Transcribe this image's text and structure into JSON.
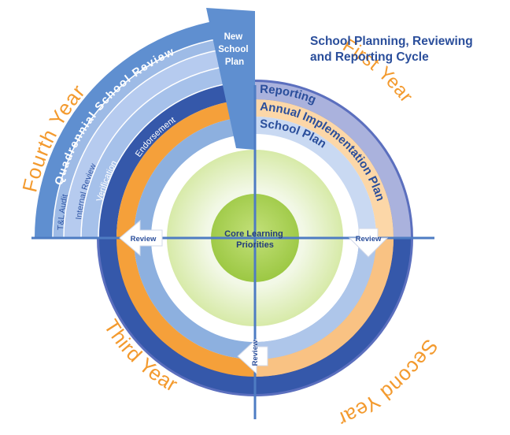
{
  "title": {
    "line1": "School Planning, Reviewing",
    "line2": "and Reporting Cycle"
  },
  "center": {
    "line1": "Core Learning",
    "line2": "Priorities"
  },
  "new_plan": {
    "line1": "New",
    "line2": "School",
    "line3": "Plan"
  },
  "years": {
    "first": "First Year",
    "second": "Second Year",
    "third": "Third Year",
    "fourth": "Fourth Year"
  },
  "first_year_bands": {
    "reporting": "Reporting",
    "annual_plan": "Annual Implementation Plan",
    "school_plan": "School Plan"
  },
  "fourth_year_bands": {
    "quadrennial": "Quadrennial School Review",
    "internal_review": "Internal Review",
    "tl_audit": "T&L Audit",
    "verification": "Verification",
    "endorsement": "Endorsement"
  },
  "review_markers": {
    "left": "Review",
    "right": "Review",
    "bottom": "Review"
  },
  "colors": {
    "dark_blue": "#2f55a4",
    "mid_blue": "#4d7cc4",
    "light_blue": "#8fb0df",
    "orange": "#f5a03a",
    "light_orange": "#fcd7a8",
    "periwinkle": "#aab2dd",
    "green": "#a8d052",
    "text_orange": "#f39a2e",
    "text_blue": "#2a4e9b"
  }
}
